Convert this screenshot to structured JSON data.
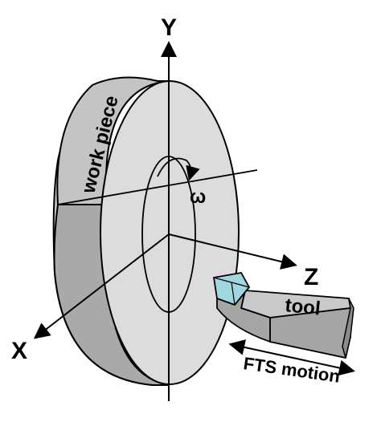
{
  "labels": {
    "y_axis": "Y",
    "z_axis": "Z",
    "x_axis": "X",
    "workpiece": "work piece",
    "omega": "ω",
    "tool": "tool",
    "fts": "FTS motion"
  },
  "colors": {
    "face": "#dcdcdc",
    "rim_front": "#a9a9a9",
    "rim_top": "#c4c4c4",
    "tool_top": "#c9c9c9",
    "tool_side": "#a5a5a5",
    "tool_end": "#8a8a8a",
    "insert": "#9fd6e0",
    "stroke": "#000000"
  }
}
